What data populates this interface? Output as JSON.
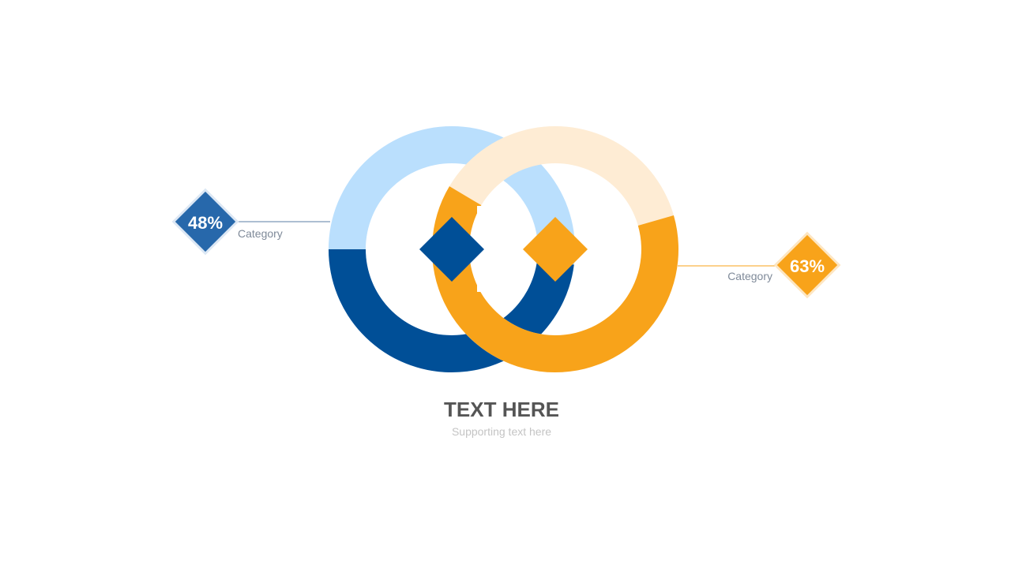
{
  "chart_data": {
    "type": "pie",
    "title": "TEXT HERE",
    "subtitle": "Supporting  text here",
    "series": [
      {
        "label": "Category",
        "value": 48,
        "value_label": "48%",
        "color": "#004f97",
        "track_color": "#badffd",
        "badge_color": "#2768ab"
      },
      {
        "label": "Category",
        "value": 63,
        "value_label": "63%",
        "color": "#f8a31a",
        "track_color": "#feecd4",
        "badge_color": "#f8a31a"
      }
    ]
  }
}
